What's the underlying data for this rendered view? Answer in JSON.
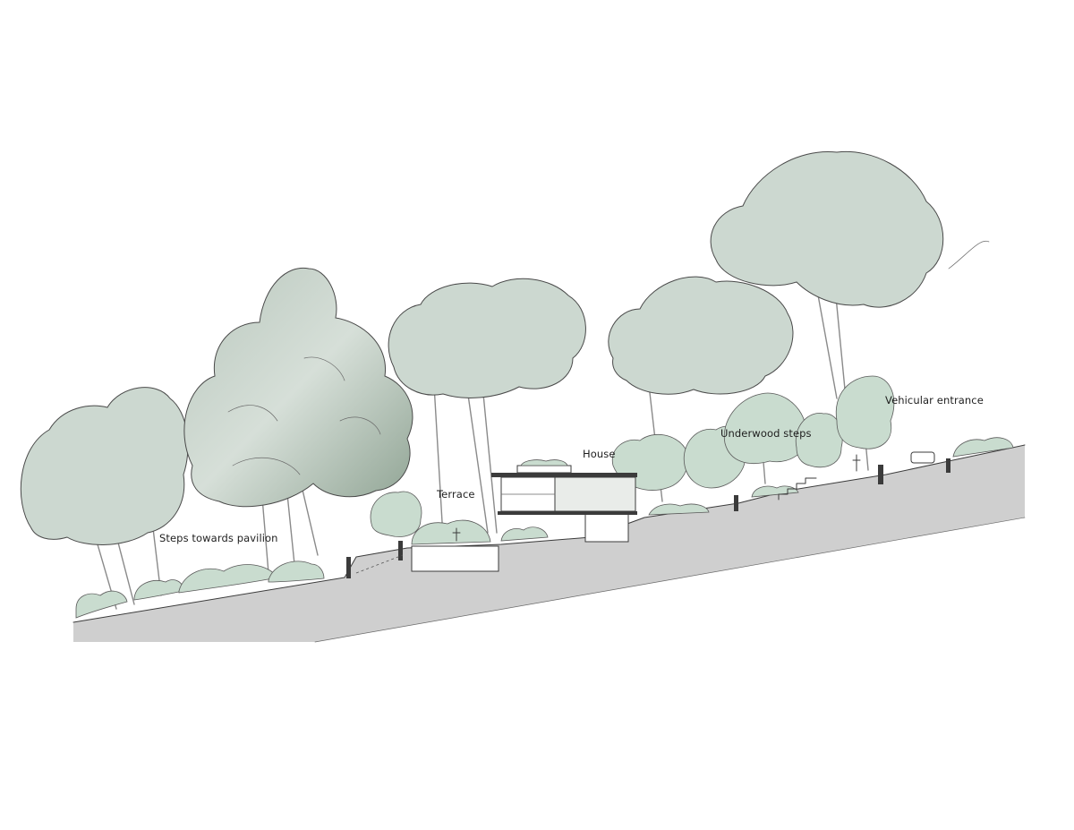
{
  "labels": {
    "steps": "Steps towards pavilion",
    "terrace": "Terrace",
    "house": "House",
    "underwood": "Underwood steps",
    "vehicular": "Vehicular entrance"
  },
  "colors": {
    "ground": "#cfcfcf",
    "canopy": "#ccd8d0",
    "canopy_dark": "#a9b8ad",
    "shrub": "#c9dccf",
    "ink": "#3b3b3b",
    "background": "#ffffff"
  }
}
